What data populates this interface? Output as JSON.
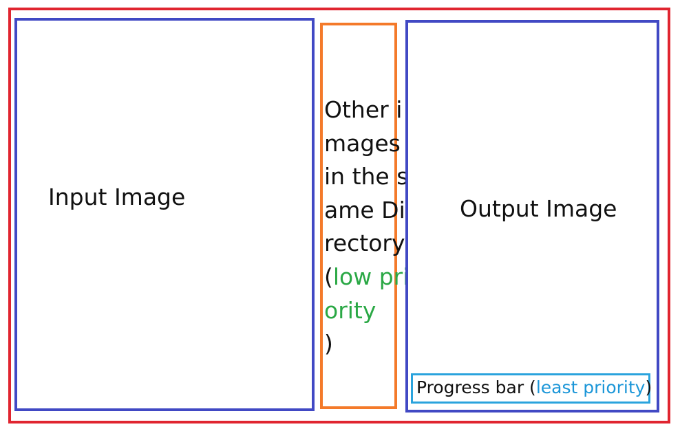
{
  "colors": {
    "outer_border": "#e02530",
    "panel_border": "#4149c4",
    "middle_border": "#f47a2a",
    "progress_border": "#2aa3dd",
    "low_priority_text": "#2aa845",
    "least_priority_text": "#1b96d8"
  },
  "input_panel": {
    "label": "Input Image"
  },
  "middle_panel": {
    "text_main": "Other images in the same Directory",
    "open_paren": "(",
    "priority": "low priority",
    "close_paren": ")"
  },
  "output_panel": {
    "label": "Output Image"
  },
  "progress": {
    "label_prefix": "Progress bar (",
    "priority": "least priority",
    "label_suffix": ")"
  }
}
